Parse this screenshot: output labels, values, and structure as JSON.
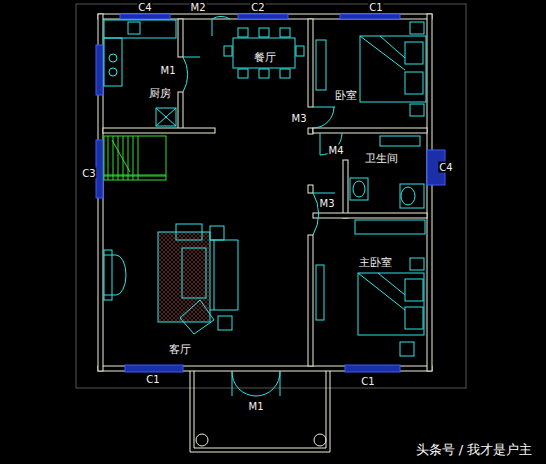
{
  "diagram": {
    "nodes": [
      {
        "text": [
          "厨房"
        ]
      },
      {
        "text": [
          "餐厅"
        ]
      },
      {
        "text": [
          "卧室"
        ]
      },
      {
        "text": [
          "卫生间"
        ]
      },
      {
        "text": [
          "客厅"
        ]
      },
      {
        "text": [
          "主卧室"
        ]
      }
    ],
    "labels": [
      "C4",
      "M2",
      "C2",
      "C1",
      "M1",
      "M3",
      "M4",
      "C4",
      "C3",
      "M3",
      "C1",
      "C1",
      "M1",
      "头条号 / 我才是户主"
    ]
  }
}
